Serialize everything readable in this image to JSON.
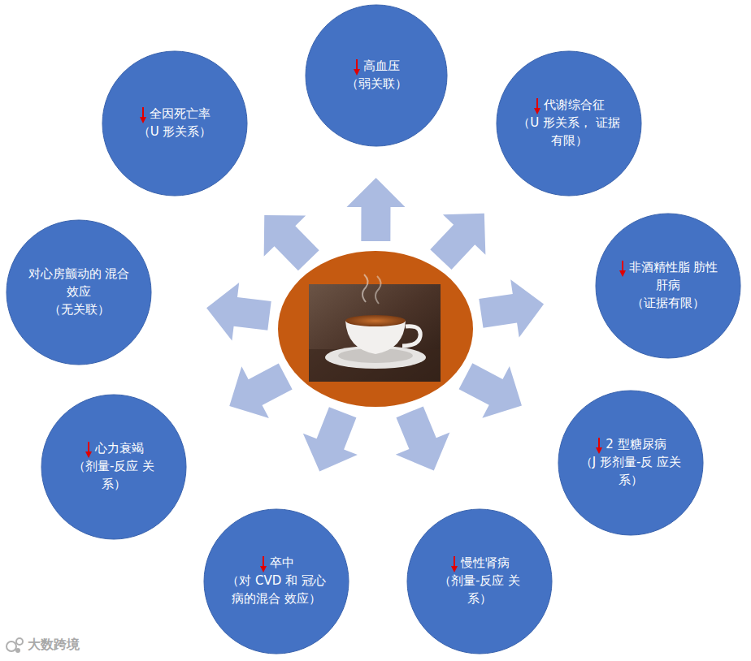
{
  "diagram": {
    "nodes": [
      {
        "text": [
          "高血压",
          "（弱关联）"
        ]
      },
      {
        "text": [
          "代谢综合征",
          "（U 形关系， 证据有限）"
        ]
      },
      {
        "text": [
          "非酒精性脂 肪性肝病",
          "（证据有限）"
        ]
      },
      {
        "text": [
          "2 型糖尿病",
          "（J 形剂量-反 应关系）"
        ]
      },
      {
        "text": [
          "慢性肾病",
          "（剂量-反应 关系）"
        ]
      },
      {
        "text": [
          "卒中",
          "（对 CVD 和 冠心病的混合 效应）"
        ]
      },
      {
        "text": [
          "心力衰竭",
          "（剂量-反应 关系）"
        ]
      },
      {
        "text": [
          "对心房颤动的 混合效应",
          "（无关联）"
        ]
      },
      {
        "text": [
          "全因死亡率",
          "（U 形关系）"
        ]
      }
    ],
    "labels": [
      "大数跨境"
    ]
  }
}
